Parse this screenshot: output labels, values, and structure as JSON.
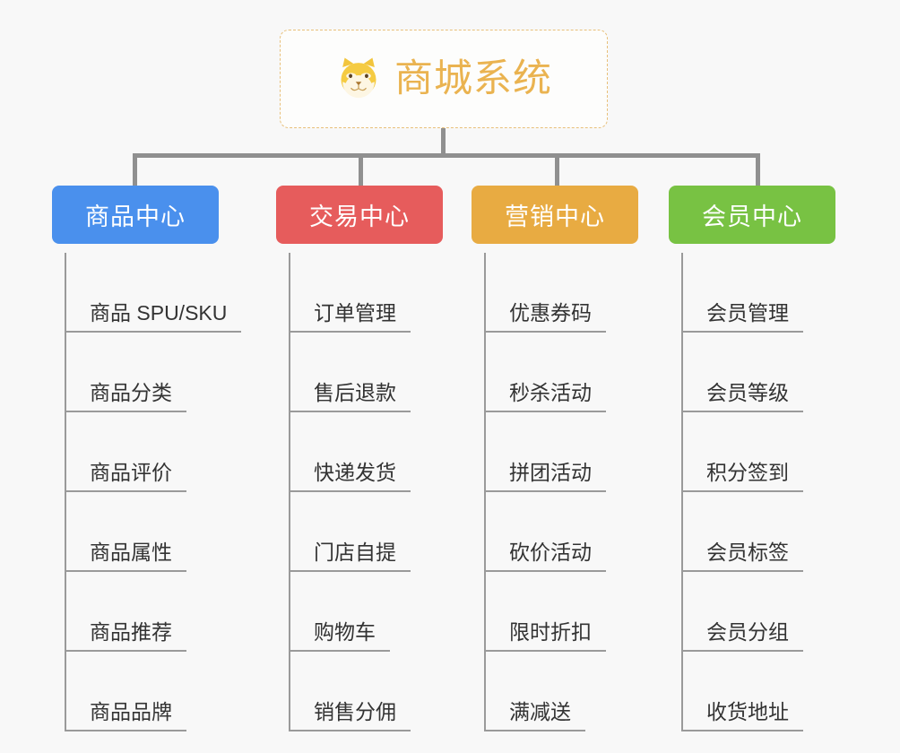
{
  "background_color": "#f8f8f8",
  "connector_color": "#909090",
  "root": {
    "title": "商城系统",
    "icon": "shiba-dog-face-icon",
    "title_color": "#eab350",
    "border_color": "#e8c07a"
  },
  "branches": [
    {
      "label": "商品中心",
      "color": "#4a90ed",
      "items": [
        "商品 SPU/SKU",
        "商品分类",
        "商品评价",
        "商品属性",
        "商品推荐",
        "商品品牌"
      ]
    },
    {
      "label": "交易中心",
      "color": "#e65c5c",
      "items": [
        "订单管理",
        "售后退款",
        "快递发货",
        "门店自提",
        "购物车",
        "销售分佣"
      ]
    },
    {
      "label": "营销中心",
      "color": "#e8ab42",
      "items": [
        "优惠券码",
        "秒杀活动",
        "拼团活动",
        "砍价活动",
        "限时折扣",
        "满减送"
      ]
    },
    {
      "label": "会员中心",
      "color": "#78c243",
      "items": [
        "会员管理",
        "会员等级",
        "积分签到",
        "会员标签",
        "会员分组",
        "收货地址"
      ]
    }
  ]
}
